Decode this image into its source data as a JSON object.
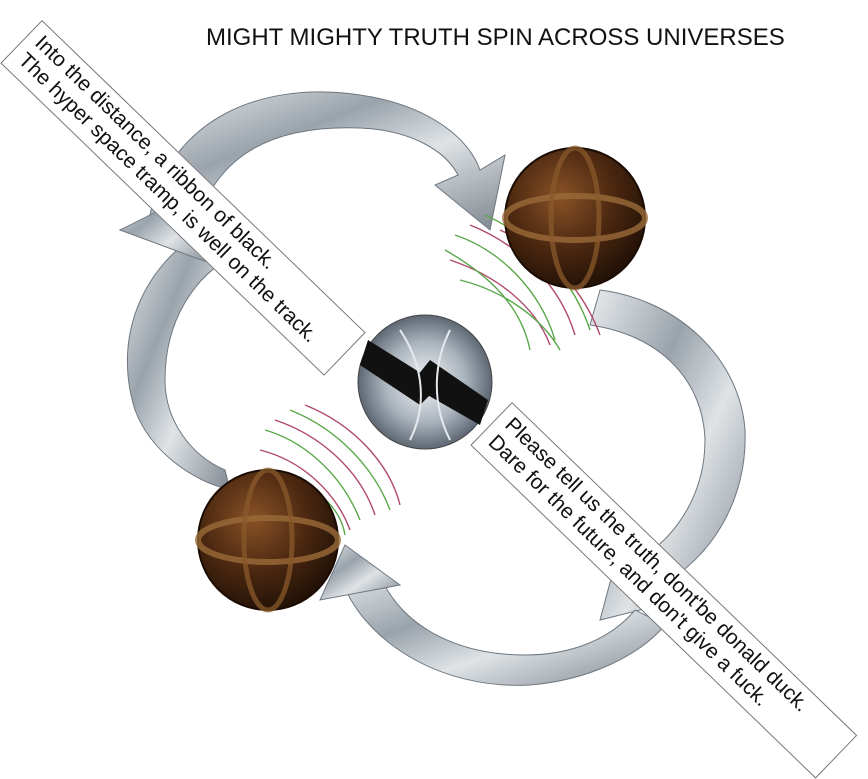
{
  "title": "MIGHT MIGHTY TRUTH SPIN ACROSS UNIVERSES",
  "banner_top": {
    "line1": "Into the distance, a ribbon of black.",
    "line2": "The hyper space tramp, is well on the track."
  },
  "banner_bottom": {
    "line1": "Please tell us the truth, dont'be donald duck.",
    "line2": "Dare for the future, and don't give a fuck."
  },
  "colors": {
    "arrow_light": "#d8dde0",
    "arrow_dark": "#6e7780",
    "sphere_dark": "#2a1608",
    "sphere_mid": "#6b3c18",
    "ring": "#8a5a2b",
    "curve_green": "#5aa84a",
    "curve_red": "#b04a6a"
  }
}
